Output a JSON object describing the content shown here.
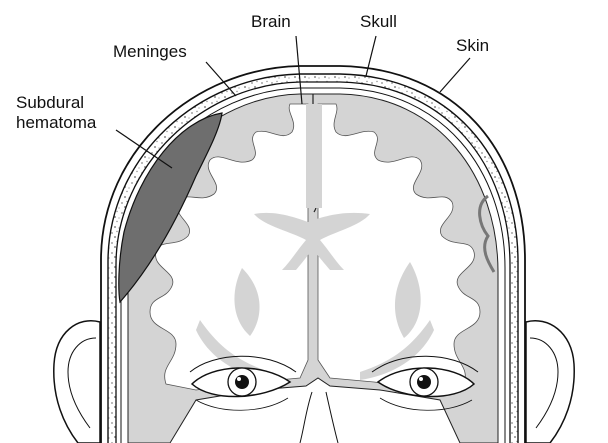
{
  "figure": {
    "labels": {
      "brain": "Brain",
      "skull": "Skull",
      "skin": "Skin",
      "meninges": "Meninges",
      "subdural_line1": "Subdural",
      "subdural_line2": "hematoma"
    }
  },
  "colors": {
    "ink": "#111111",
    "brain_fill": "#d4d4d4",
    "white_matter": "#ffffff",
    "hematoma": "#6e6e6e",
    "bone_speckle": "#9a9a9a",
    "background": "#ffffff"
  }
}
